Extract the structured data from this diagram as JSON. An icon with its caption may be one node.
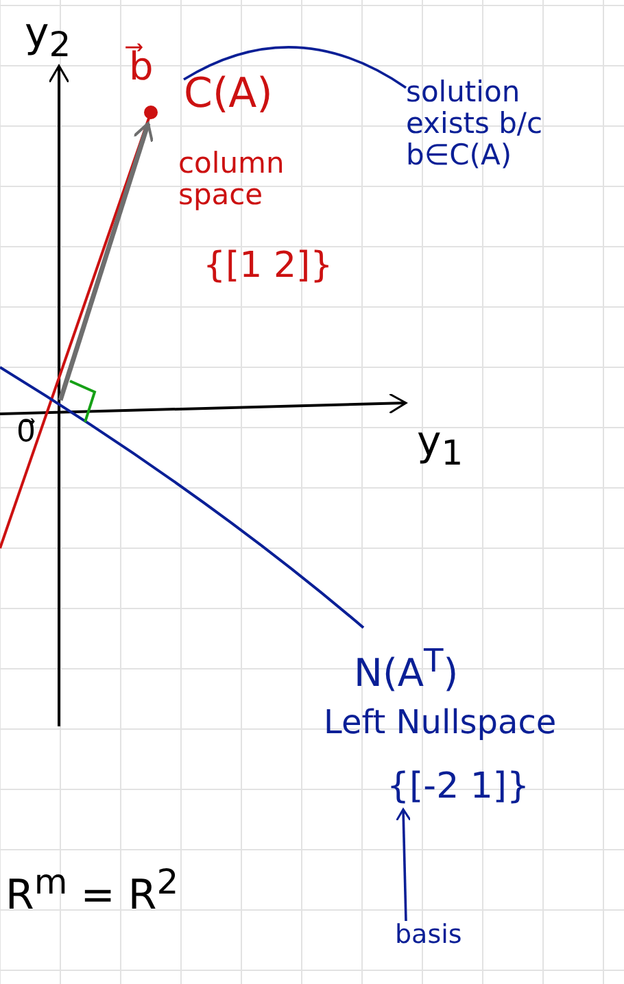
{
  "diagram": {
    "nodes": [
      {
        "text": [
          "C(A)"
        ]
      },
      {
        "text": [
          "solution exists b/c b∈C(A)"
        ]
      },
      {
        "text": [
          "{[-2 1]}"
        ]
      },
      {
        "text": [
          "basis"
        ]
      }
    ],
    "edges": [
      {
        "from": 1,
        "to": 0,
        "arrow": "none"
      },
      {
        "from": 3,
        "to": 2,
        "arrow": "to"
      }
    ],
    "labels": [
      "y$_{2}$",
      "b⃗",
      "column space",
      "{[1 2]}",
      "0⃗",
      "y$_{1}$",
      "N(A$^{T}$)",
      "Left Nullspace",
      "R$^{m}$ = R$^{2}$"
    ]
  }
}
